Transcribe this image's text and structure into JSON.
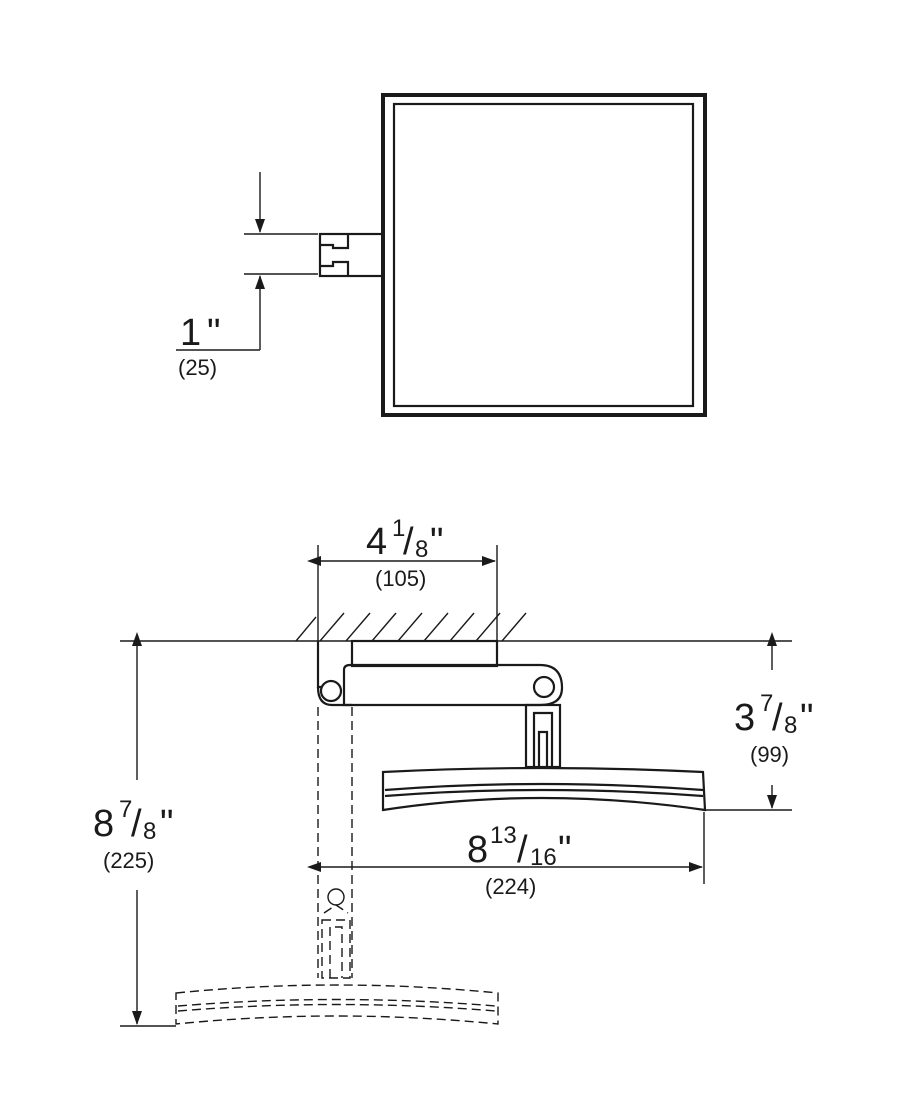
{
  "dimensions": {
    "connector_height": {
      "whole": "1",
      "unit": "\"",
      "mm": "(25)"
    },
    "arm_width": {
      "whole": "4",
      "num": "1",
      "den": "8",
      "unit": "\"",
      "mm": "(105)"
    },
    "mirror_drop": {
      "whole": "3",
      "num": "7",
      "den": "8",
      "unit": "\"",
      "mm": "(99)"
    },
    "mirror_width": {
      "whole": "8",
      "num": "13",
      "den": "16",
      "unit": "\"",
      "mm": "(224)"
    },
    "total_depth": {
      "whole": "8",
      "num": "7",
      "den": "8",
      "unit": "\"",
      "mm": "(225)"
    }
  }
}
